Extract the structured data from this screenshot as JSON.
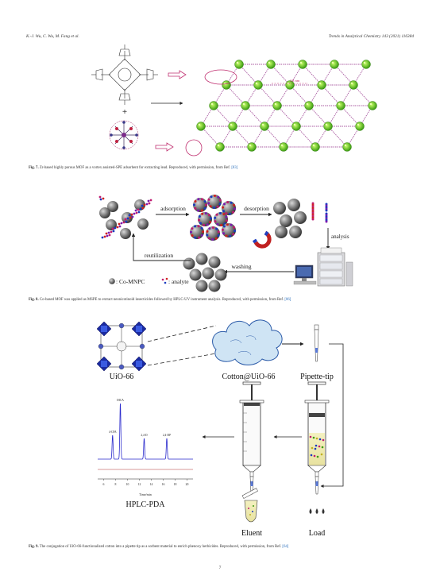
{
  "header": {
    "authors": "K.-J. Wu, C. Wu, M. Fang et al.",
    "journal": "Trends in Analytical Chemistry 143 (2021) 116384"
  },
  "fig7": {
    "label": "Fig. 7.",
    "caption": "Zr-based highly porous MOF as a vortex assisted-SPE adsorbent for extracting lead. Reproduced, with permission, from Ref.",
    "ref": "[83]",
    "plus": "+",
    "dimension": "2.8 nm"
  },
  "fig8": {
    "label": "Fig. 8.",
    "caption": "Co-based MOF was applied as MSPE to extract neonicotinoid insecticides followed by HPLC-UV instrument analysis. Reproduced, with permission, from Ref.",
    "ref": "[86]",
    "adsorption": "adsorption",
    "desorption": "desorption",
    "analysis": "analysis",
    "washing": "washing",
    "reutilization": "reutilization",
    "legend_co": ": Co-MNPC",
    "legend_analyte": ": analyte"
  },
  "fig9": {
    "label": "Fig. 9.",
    "caption": "The conjugation of UiO-66-functionalized cotton into a pipette tip as a sorbent material to enrich phenoxy herbicides. Reproduced, with permission, from Ref.",
    "ref": "[64]",
    "uio": "UiO-66",
    "cotton": "Cotton@UiO-66",
    "pipette": "Pipette-tip",
    "hplc": "HPLC-PDA",
    "eluent": "Eluent",
    "load": "Load",
    "chrom_xlabel": "Time/min",
    "peaks": [
      "4-CPA",
      "DICA",
      "2,4-D",
      "2,4-DP"
    ],
    "x_ticks": [
      "6",
      "8",
      "10",
      "12",
      "14",
      "16",
      "18",
      "20"
    ]
  },
  "page_number": "7"
}
